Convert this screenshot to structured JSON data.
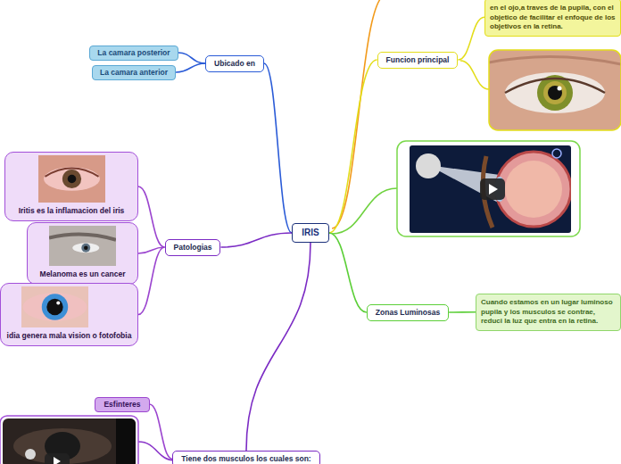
{
  "diagram": {
    "nodes": [
      {
        "text": [
          "IRIS"
        ]
      },
      {
        "text": [
          "Ubicado en"
        ]
      },
      {
        "text": [
          "La camara posterior"
        ]
      },
      {
        "text": [
          "La camara anterior"
        ]
      },
      {
        "text": [
          "Funcion principal"
        ]
      },
      {
        "text": [
          "en el ojo,a traves de la pupila, con el objetico de facilitar el enfoque de los objetivos en la retina."
        ]
      },
      {
        "text": [
          "Zonas Luminosas"
        ]
      },
      {
        "text": [
          "Cuando estamos en un lugar luminoso pupila y los musculos se contrae, reduci la luz que entra en la retina."
        ]
      },
      {
        "text": [
          "Patologias"
        ]
      },
      {
        "text": [
          "Iritis es la inflamacion del iris"
        ]
      },
      {
        "text": [
          "Melanoma es un cancer"
        ]
      },
      {
        "text": [
          "idia genera mala vision o fotofobia"
        ]
      },
      {
        "text": [
          "Tiene dos musculos los cuales son:"
        ]
      },
      {
        "text": [
          "Esfinteres"
        ]
      }
    ],
    "edges": [
      {
        "from": 0,
        "to": 1,
        "arrow": "none"
      },
      {
        "from": 1,
        "to": 2,
        "arrow": "none"
      },
      {
        "from": 1,
        "to": 3,
        "arrow": "none"
      },
      {
        "from": 0,
        "to": 4,
        "arrow": "none"
      },
      {
        "from": 4,
        "to": 5,
        "arrow": "none"
      },
      {
        "from": 0,
        "to": 6,
        "arrow": "none"
      },
      {
        "from": 6,
        "to": 7,
        "arrow": "none"
      },
      {
        "from": 0,
        "to": 8,
        "arrow": "none"
      },
      {
        "from": 8,
        "to": 9,
        "arrow": "none"
      },
      {
        "from": 8,
        "to": 10,
        "arrow": "none"
      },
      {
        "from": 8,
        "to": 11,
        "arrow": "none"
      },
      {
        "from": 0,
        "to": 12,
        "arrow": "none"
      },
      {
        "from": 12,
        "to": 13,
        "arrow": "none"
      }
    ]
  }
}
